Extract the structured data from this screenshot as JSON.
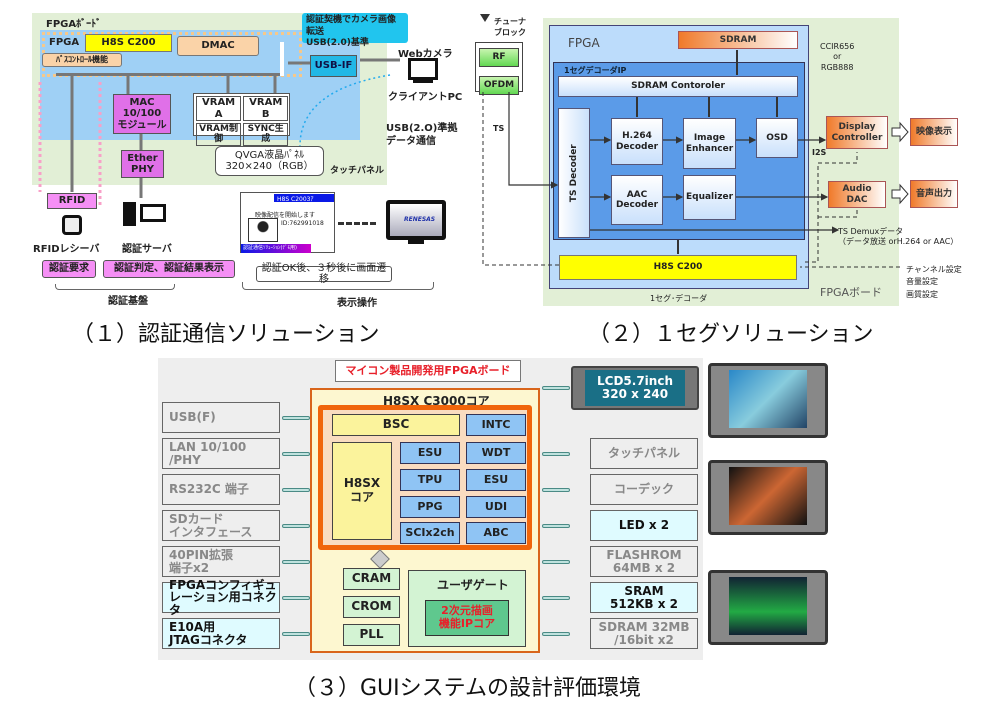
{
  "panel1": {
    "board_label": "FPGAﾎﾞｰﾄﾞ",
    "fpga_label": "FPGA",
    "cpu": "H8S C200",
    "dmac": "DMAC",
    "bus_control": "ﾊﾞｽｺﾝﾄﾛｰﾙ機能",
    "callout": [
      "認証契機でカメラ画像転送",
      "USB(2.0)基準"
    ],
    "usb_if": "USB-IF",
    "webcam": "Webカメラ",
    "client_pc": "クライアントPC",
    "mac": [
      "MAC",
      "10/100",
      "モジュール"
    ],
    "vram": [
      "VRAM　A",
      "VRAM　B",
      "VRAM制御",
      "SYNC生成"
    ],
    "ether": [
      "Ether",
      "PHY"
    ],
    "lcd": [
      "QVGA液晶ﾊﾟﾈﾙ",
      "320×240（RGB）"
    ],
    "touch": "タッチパネル",
    "usb_comm": [
      "USB(2.O)準拠",
      "データ通信"
    ],
    "rfid": "RFID",
    "rfid_receiver": "RFIDレシーバ",
    "auth_server": "認証サーバ",
    "auth_request": "認証要求",
    "auth_judge": "認証判定、認証結果表示",
    "auth_base": "認証基盤",
    "screen": {
      "title": "H8S C2003ｱ",
      "msg": "映像配信を開始します",
      "id": "ID:762991018",
      "footer": "認証通信ｿﾘｭｰｼｮﾝ(ﾃﾞﾓ用)"
    },
    "monitor_logo": "RENESAS",
    "transition": "認証OK後、３秒後に画面遷移",
    "display_op": "表示操作",
    "caption": "（１）認証通信ソリューション"
  },
  "panel2": {
    "tuner": [
      "チューナ",
      "ブロック"
    ],
    "rf": "RF",
    "ofdm": "OFDM",
    "ts": "TS",
    "fpga": "FPGA",
    "sdram": "SDRAM",
    "ip": "1セグデコーダIP",
    "sdram_ctrl": "SDRAM Contoroler",
    "ts_decoder": "TS Decoder",
    "h264": [
      "H.264",
      "Decoder"
    ],
    "enhancer": [
      "Image",
      "Enhancer"
    ],
    "osd": "OSD",
    "aac": [
      "AAC",
      "Decoder"
    ],
    "equalizer": "Equalizer",
    "cpu": "H8S C200",
    "ccir": [
      "CCIR656",
      "or",
      "RGB888"
    ],
    "display_ctrl": [
      "Display",
      "Controller"
    ],
    "video_out": "映像表示",
    "i2s": "I2S",
    "audio_dac": [
      "Audio",
      "DAC"
    ],
    "audio_out": "音声出力",
    "demux": [
      "TS Demuxデータ",
      "（データ放送 orH.264 or AAC）"
    ],
    "settings": [
      "チャンネル設定",
      "音量設定",
      "画質設定"
    ],
    "board": "FPGAボード",
    "decoder_label": "1セグ･デコーダ",
    "caption": "（２）１セグソリューション"
  },
  "panel3": {
    "title": "マイコン製品開発用FPGAボード",
    "core_title": "H8SX C3000コア",
    "bsc": "BSC",
    "h8sx": [
      "H8SX",
      "コア"
    ],
    "modules": [
      "INTC",
      "ESU",
      "WDT",
      "TPU",
      "ESU",
      "PPG",
      "UDI",
      "SCIx2ch",
      "ABC"
    ],
    "cram": "CRAM",
    "crom": "CROM",
    "pll": "PLL",
    "user_gate": "ユーザゲート",
    "ip_core": [
      "2次元描画",
      "機能IPコア"
    ],
    "left": [
      [
        "USB(F)"
      ],
      [
        "LAN 10/100",
        "/PHY"
      ],
      [
        "RS232C 端子"
      ],
      [
        "SDカード",
        "インタフェース"
      ],
      [
        "40PIN拡張",
        "端子x2"
      ],
      [
        "FPGAコンフィギュ",
        "レーション用コネクタ"
      ],
      [
        "E10A用",
        "JTAGコネクタ"
      ]
    ],
    "right": [
      [
        "タッチパネル"
      ],
      [
        "コーデック"
      ],
      [
        "LED x 2"
      ],
      [
        "FLASHROM",
        "64MB x  2"
      ],
      [
        "SRAM",
        "512KB x 2"
      ],
      [
        "SDRAM 32MB",
        "/16bit x2"
      ]
    ],
    "lcd": [
      "LCD5.7inch",
      "320 x 240"
    ],
    "caption": "（３）GUIシステムの設計評価環境"
  },
  "colors": {
    "board_green": "#e2efd6",
    "fpga_blue": "#9fd0f5",
    "yellow": "#ffff00",
    "dmac_orange": "#fad3a8",
    "magenta": "#e87de8",
    "pink_label": "#f58ff5",
    "cyan_callout": "#21c5ee"
  }
}
